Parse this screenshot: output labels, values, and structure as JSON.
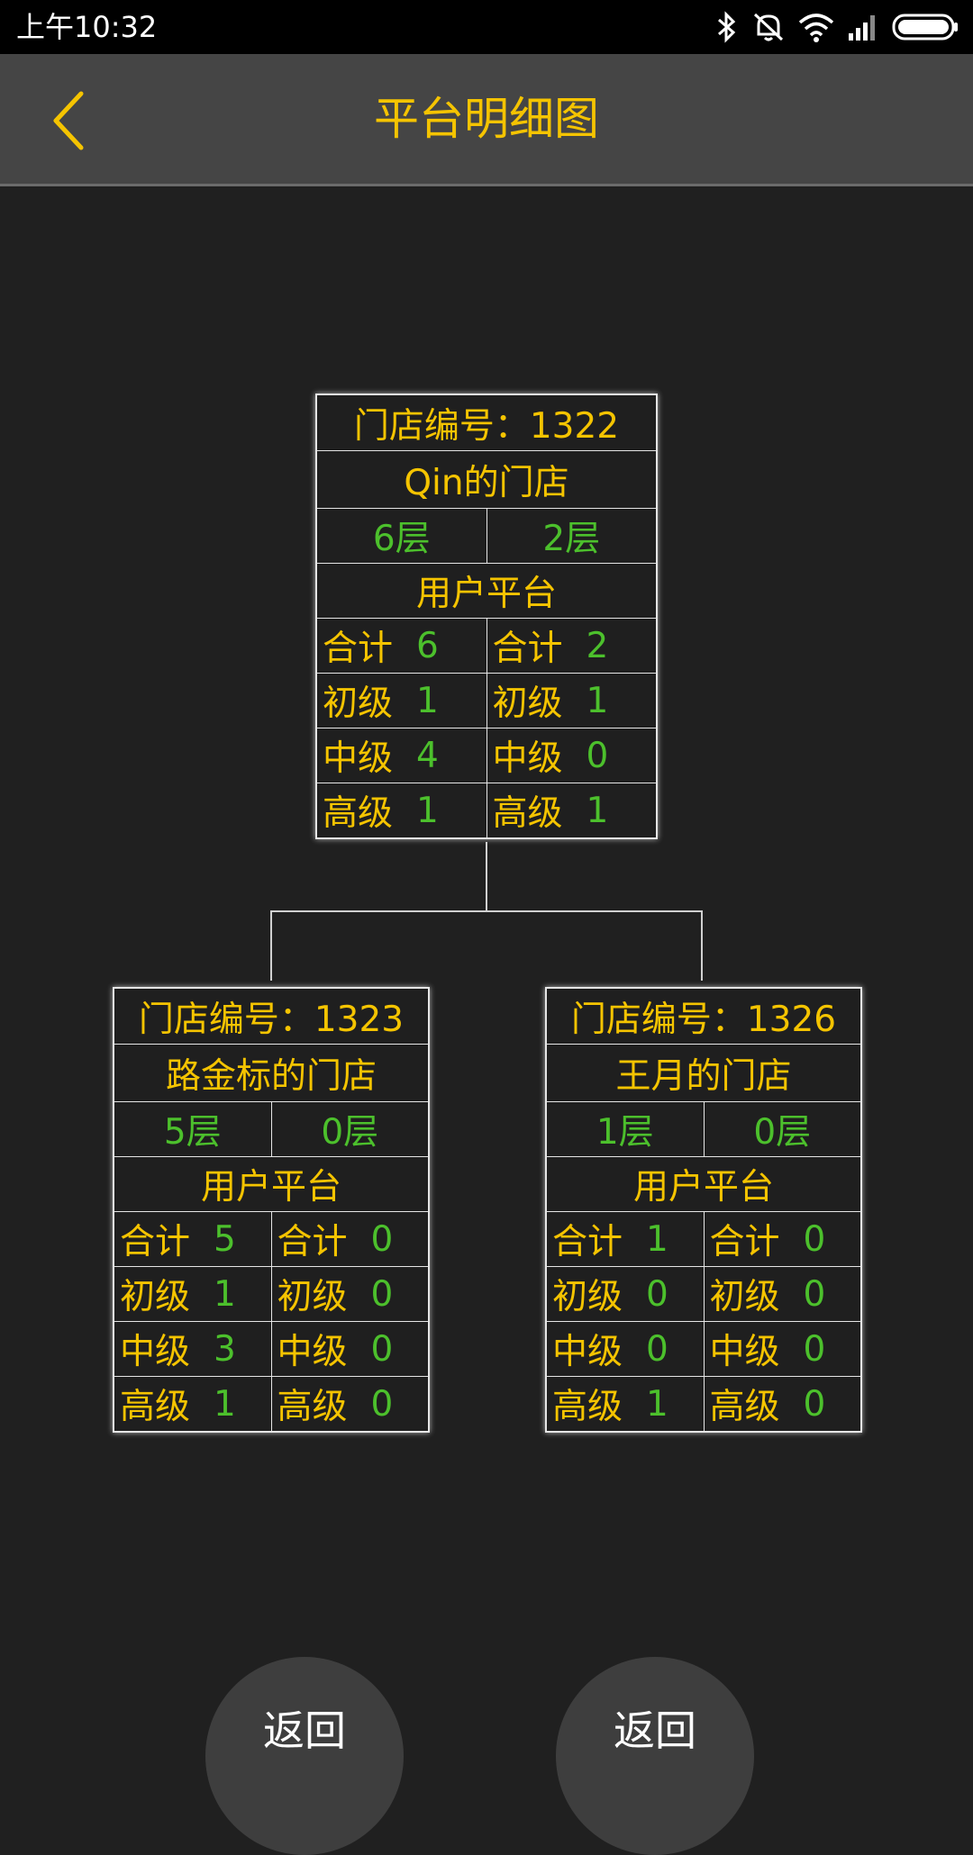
{
  "status": {
    "time": "上午10:32"
  },
  "header": {
    "title": "平台明细图"
  },
  "nodes": [
    {
      "store_id": "门店编号：1322",
      "store_name": "Qin的门店",
      "layers": [
        "6层",
        "2层"
      ],
      "platform_label": "用户平台",
      "stats": [
        {
          "left_label": "合计",
          "left_value": "6",
          "right_label": "合计",
          "right_value": "2"
        },
        {
          "left_label": "初级",
          "left_value": "1",
          "right_label": "初级",
          "right_value": "1"
        },
        {
          "left_label": "中级",
          "left_value": "4",
          "right_label": "中级",
          "right_value": "0"
        },
        {
          "left_label": "高级",
          "left_value": "1",
          "right_label": "高级",
          "right_value": "1"
        }
      ]
    },
    {
      "store_id": "门店编号：1323",
      "store_name": "路金标的门店",
      "layers": [
        "5层",
        "0层"
      ],
      "platform_label": "用户平台",
      "stats": [
        {
          "left_label": "合计",
          "left_value": "5",
          "right_label": "合计",
          "right_value": "0"
        },
        {
          "left_label": "初级",
          "left_value": "1",
          "right_label": "初级",
          "right_value": "0"
        },
        {
          "left_label": "中级",
          "left_value": "3",
          "right_label": "中级",
          "right_value": "0"
        },
        {
          "left_label": "高级",
          "left_value": "1",
          "right_label": "高级",
          "right_value": "0"
        }
      ]
    },
    {
      "store_id": "门店编号：1326",
      "store_name": "王月的门店",
      "layers": [
        "1层",
        "0层"
      ],
      "platform_label": "用户平台",
      "stats": [
        {
          "left_label": "合计",
          "left_value": "1",
          "right_label": "合计",
          "right_value": "0"
        },
        {
          "left_label": "初级",
          "left_value": "0",
          "right_label": "初级",
          "right_value": "0"
        },
        {
          "left_label": "中级",
          "left_value": "0",
          "right_label": "中级",
          "right_value": "0"
        },
        {
          "left_label": "高级",
          "left_value": "1",
          "right_label": "高级",
          "right_value": "0"
        }
      ]
    }
  ],
  "buttons": {
    "return_left": "返回",
    "return_right": "返回"
  },
  "colors": {
    "accent": "#f5c400",
    "value_green": "#4cc02c",
    "background": "#202020",
    "appbar": "#454545"
  }
}
